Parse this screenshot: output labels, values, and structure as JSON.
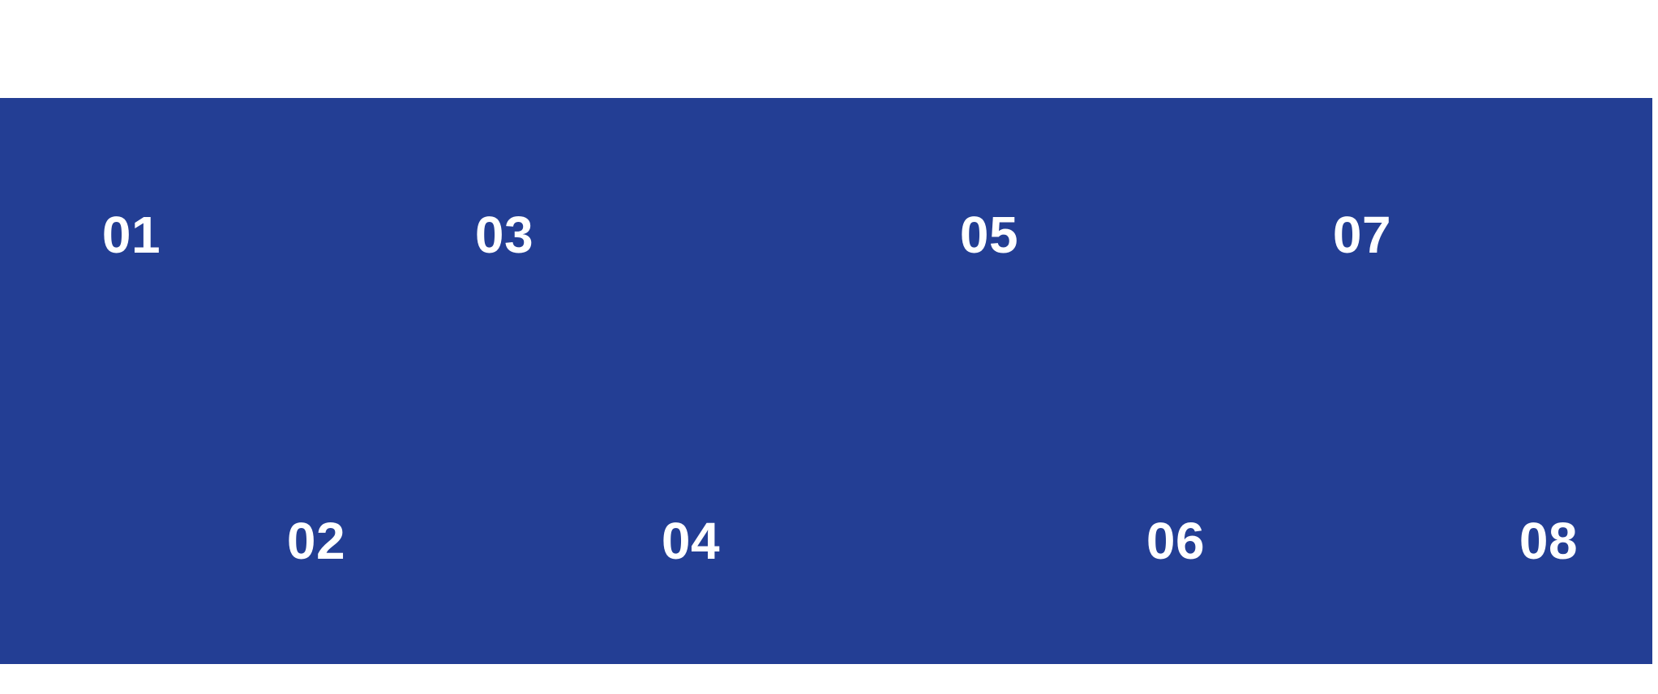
{
  "page": {
    "background_color": "#ffffff"
  },
  "panel": {
    "background_color": "#233e94",
    "text_color": "#ffffff"
  },
  "steps": [
    {
      "label": "01",
      "row": "top"
    },
    {
      "label": "02",
      "row": "bottom"
    },
    {
      "label": "03",
      "row": "top"
    },
    {
      "label": "04",
      "row": "bottom"
    },
    {
      "label": "05",
      "row": "top"
    },
    {
      "label": "06",
      "row": "bottom"
    },
    {
      "label": "07",
      "row": "top"
    },
    {
      "label": "08",
      "row": "bottom"
    }
  ]
}
